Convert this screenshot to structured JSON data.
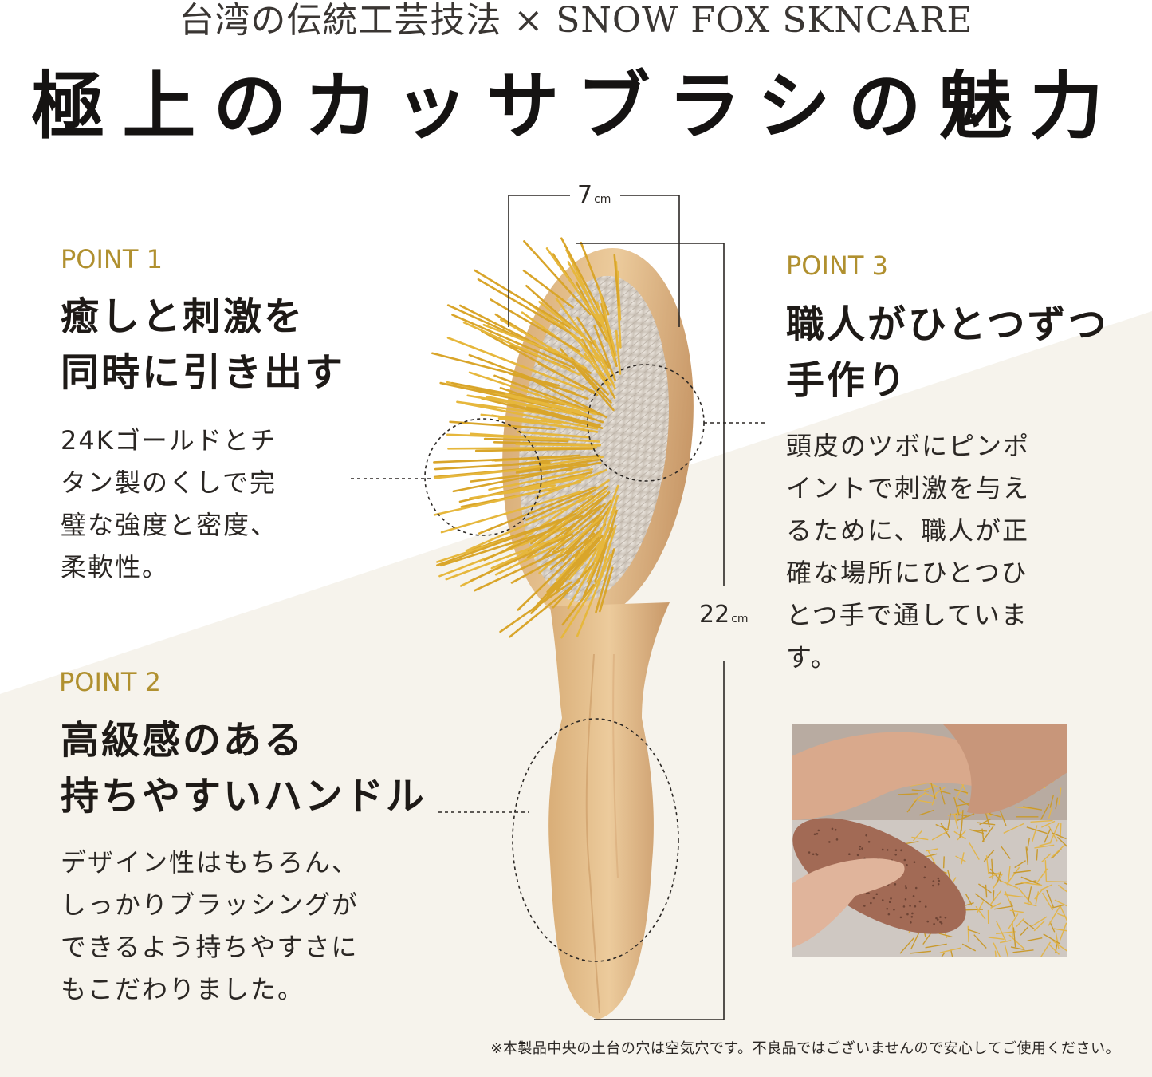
{
  "header": {
    "subtitle": "台湾の伝統工芸技法 × SNOW FOX SKNCARE",
    "title": "極上のカッサブラシの魅力"
  },
  "points": [
    {
      "label": "POINT 1",
      "heading_lines": [
        "癒しと刺激を",
        "同時に引き出す"
      ],
      "body_lines": [
        "24Kゴールドとチ",
        "タン製のくしで完",
        "璧な強度と密度、",
        "柔軟性。"
      ]
    },
    {
      "label": "POINT 2",
      "heading_lines": [
        "高級感のある",
        "持ちやすいハンドル"
      ],
      "body_lines": [
        "デザイン性はもちろん、",
        "しっかりブラッシングが",
        "できるよう持ちやすさに",
        "もこだわりました。"
      ]
    },
    {
      "label": "POINT 3",
      "heading_lines": [
        "職人がひとつずつ",
        "手作り"
      ],
      "body_lines": [
        "頭皮のツボにピンポ",
        "イントで刺激を与え",
        "るために、職人が正",
        "確な場所にひとつひ",
        "とつ手で通していま",
        "す。"
      ]
    }
  ],
  "dimensions": {
    "width_value": "7",
    "height_value": "22",
    "unit": "cm"
  },
  "footnote": "※本製品中央の土台の穴は空気穴です。不良品ではございませんので安心してご使用ください。",
  "colors": {
    "accent_gold": "#b0902f",
    "background_cream": "#f6f3ec"
  }
}
